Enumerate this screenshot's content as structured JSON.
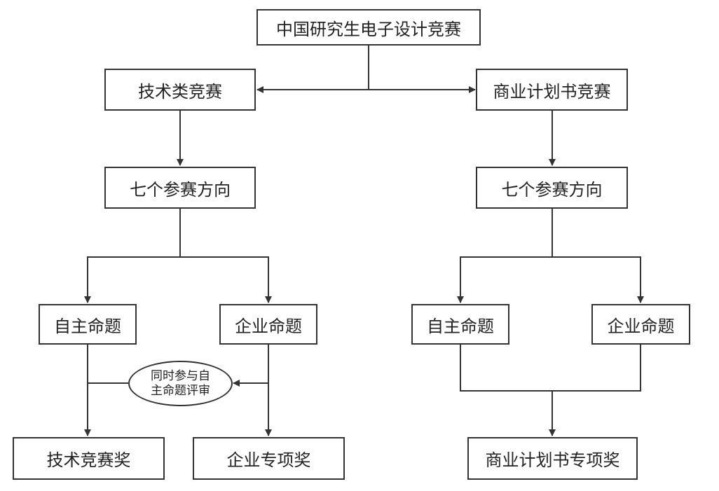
{
  "nodes": {
    "root": "中国研究生电子设计竞赛",
    "tech": "技术类竞赛",
    "business": "商业计划书竞赛",
    "tech_directions": "七个参赛方向",
    "business_directions": "七个参赛方向",
    "tech_self_topic": "自主命题",
    "tech_company_topic": "企业命题",
    "business_self_topic": "自主命题",
    "business_company_topic": "企业命题",
    "review_line1": "同时参与自",
    "review_line2": "主命题评审",
    "tech_award": "技术竞赛奖",
    "company_award": "企业专项奖",
    "business_award": "商业计划书专项奖"
  },
  "colors": {
    "stroke": "#333333",
    "text": "#222222",
    "background": "#ffffff"
  }
}
